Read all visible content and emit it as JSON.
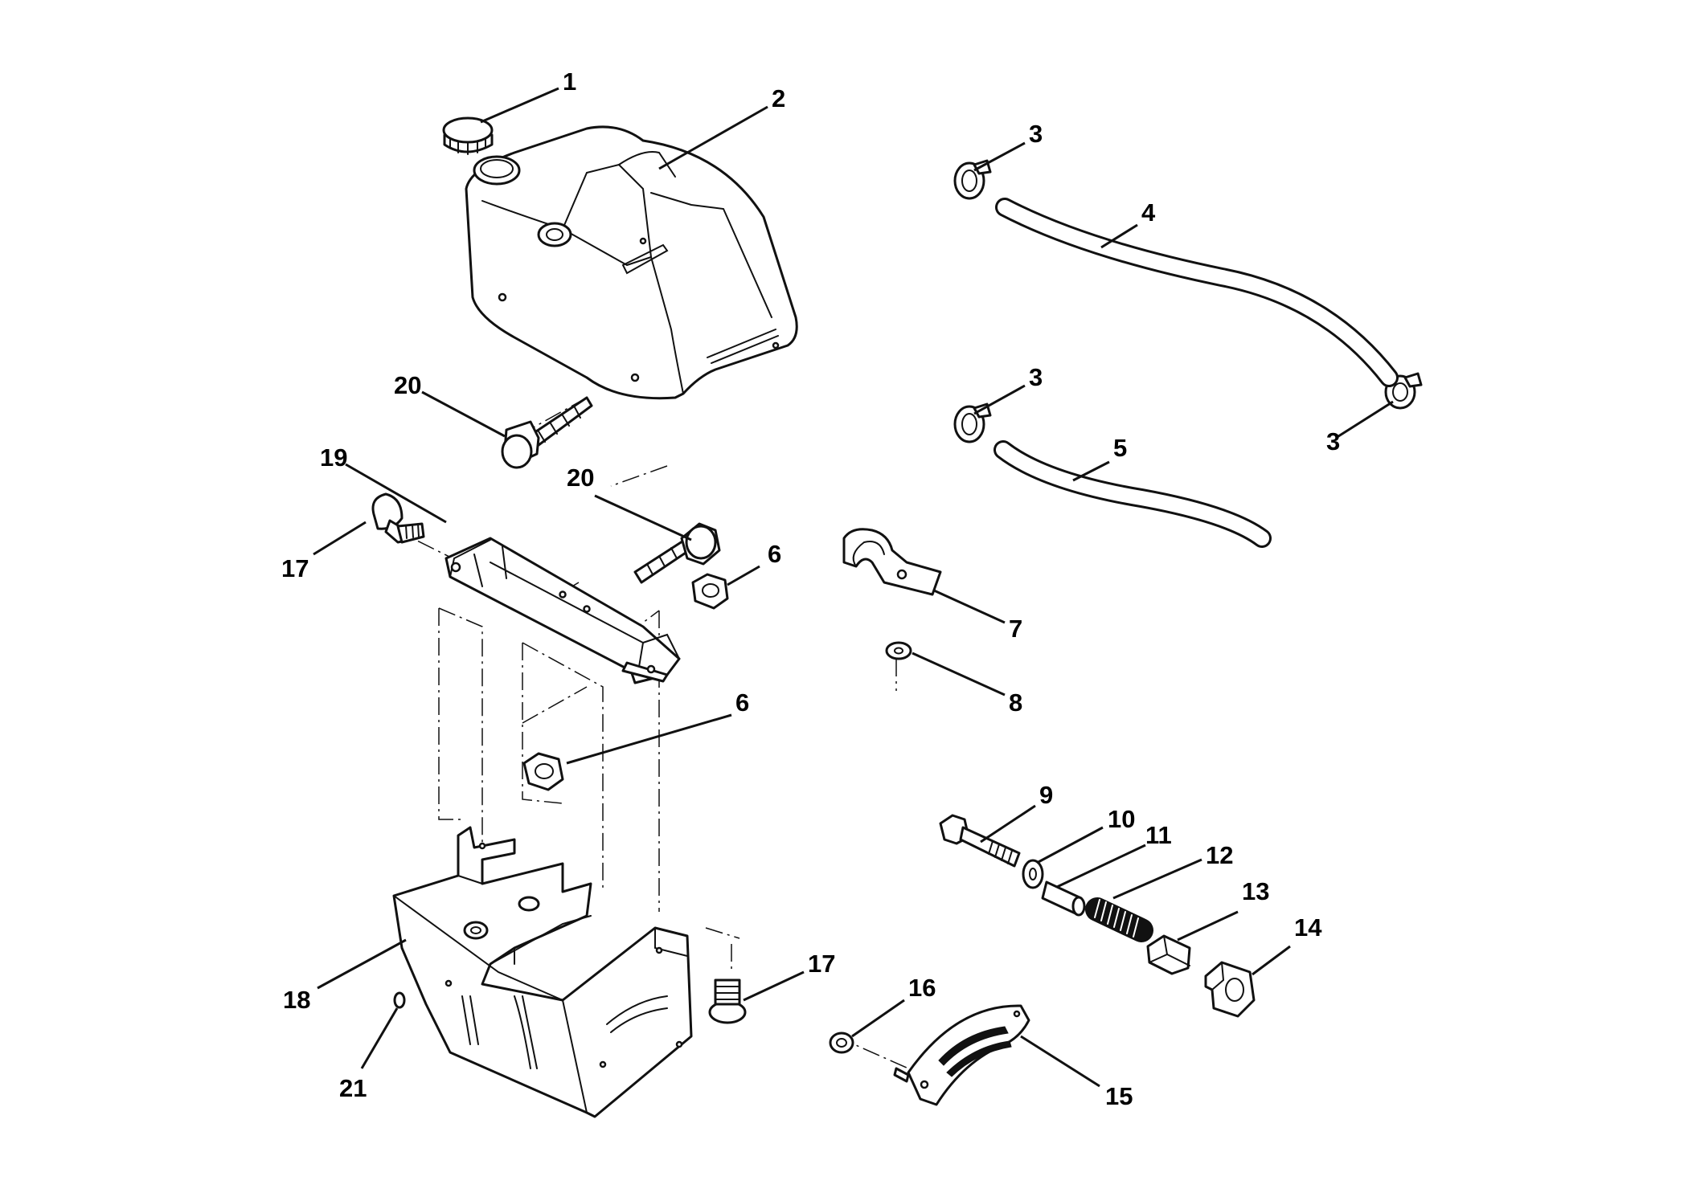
{
  "callouts": [
    "1",
    "2",
    "3",
    "3",
    "3",
    "4",
    "5",
    "6",
    "6",
    "7",
    "8",
    "9",
    "10",
    "11",
    "12",
    "13",
    "14",
    "15",
    "16",
    "17",
    "17",
    "18",
    "19",
    "20",
    "20",
    "21"
  ],
  "colors": {
    "line": "#111111",
    "background": "#ffffff"
  }
}
